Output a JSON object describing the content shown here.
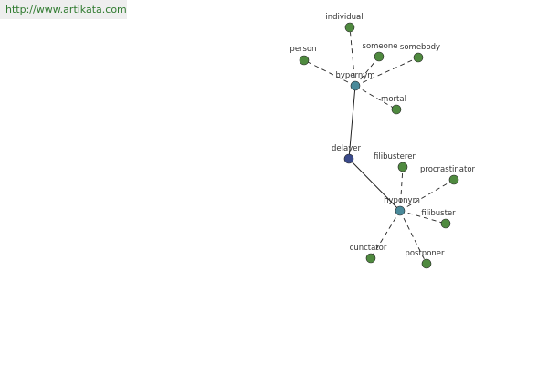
{
  "banner": {
    "url": "http://www.artikata.com"
  },
  "colors": {
    "leaf": "#4f8a3f",
    "relation": "#4a8a9a",
    "center": "#3a4a8a",
    "solid_edge": "#222222",
    "dashed_edge": "#222222"
  },
  "graph": {
    "nodes": [
      {
        "id": "individual",
        "label": "individual",
        "kind": "leaf"
      },
      {
        "id": "person",
        "label": "person",
        "kind": "leaf"
      },
      {
        "id": "someone",
        "label": "someone",
        "kind": "leaf"
      },
      {
        "id": "somebody",
        "label": "somebody",
        "kind": "leaf"
      },
      {
        "id": "hypernym",
        "label": "hypernym",
        "kind": "relation"
      },
      {
        "id": "mortal",
        "label": "mortal",
        "kind": "leaf"
      },
      {
        "id": "delayer",
        "label": "delayer",
        "kind": "center"
      },
      {
        "id": "filibusterer",
        "label": "filibusterer",
        "kind": "leaf"
      },
      {
        "id": "procrastinator",
        "label": "procrastinator",
        "kind": "leaf"
      },
      {
        "id": "hyponym",
        "label": "hyponym",
        "kind": "relation"
      },
      {
        "id": "filibuster",
        "label": "filibuster",
        "kind": "leaf"
      },
      {
        "id": "cunctator",
        "label": "cunctator",
        "kind": "leaf"
      },
      {
        "id": "postponer",
        "label": "postponer",
        "kind": "leaf"
      }
    ],
    "edges": [
      {
        "from": "hypernym",
        "to": "individual",
        "style": "dashed"
      },
      {
        "from": "hypernym",
        "to": "person",
        "style": "dashed"
      },
      {
        "from": "hypernym",
        "to": "someone",
        "style": "dashed"
      },
      {
        "from": "hypernym",
        "to": "somebody",
        "style": "dashed"
      },
      {
        "from": "hypernym",
        "to": "mortal",
        "style": "dashed"
      },
      {
        "from": "delayer",
        "to": "hypernym",
        "style": "solid"
      },
      {
        "from": "delayer",
        "to": "hyponym",
        "style": "solid"
      },
      {
        "from": "hyponym",
        "to": "filibusterer",
        "style": "dashed"
      },
      {
        "from": "hyponym",
        "to": "procrastinator",
        "style": "dashed"
      },
      {
        "from": "hyponym",
        "to": "filibuster",
        "style": "dashed"
      },
      {
        "from": "hyponym",
        "to": "cunctator",
        "style": "dashed"
      },
      {
        "from": "hyponym",
        "to": "postponer",
        "style": "dashed"
      }
    ]
  }
}
